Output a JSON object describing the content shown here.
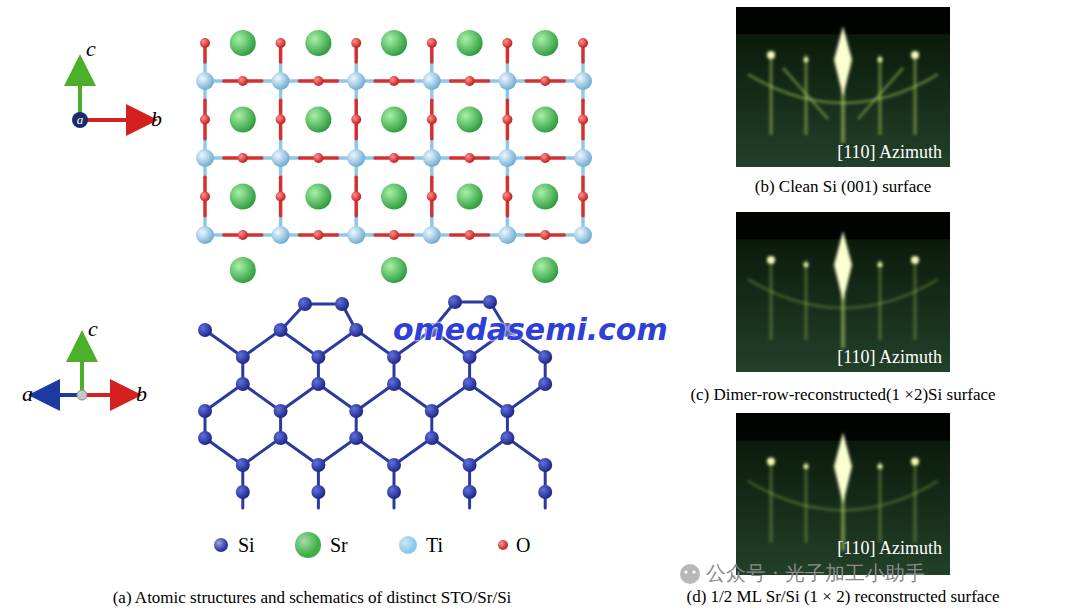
{
  "diagram": {
    "nodes": [
      {
        "text": [
          "[110] Azimuth",
          "(b) Clean Si (001) surface"
        ]
      },
      {
        "text": [
          "[110] Azimuth",
          "(c) Dimer-row-reconstructed(1 ×2)Si surface"
        ]
      },
      {
        "text": [
          "[110] Azimuth",
          "(d) 1/2 ML Sr/Si (1 × 2) reconstructed surface"
        ]
      }
    ],
    "labels": [
      "c",
      "a",
      "b",
      "c",
      "a",
      "b",
      "(a) Atomic structures and schematics of distinct STO/Sr/Si",
      "omedasemi.com",
      "公众号 · 光子加工小助手"
    ],
    "legend": [
      {
        "text": "Si",
        "color": "#2a36a8"
      },
      {
        "text": "Sr",
        "color": "#3cb043"
      },
      {
        "text": "Ti",
        "color": "#8ec8e8"
      },
      {
        "text": "O",
        "color": "#d42a2a"
      }
    ]
  }
}
